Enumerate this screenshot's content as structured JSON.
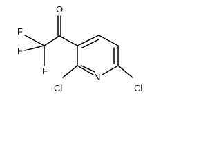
{
  "molecule": {
    "atoms": {
      "oxygen": "O",
      "fluorine_top": "F",
      "fluorine_left": "F",
      "fluorine_bottom": "F",
      "chlorine_left": "Cl",
      "nitrogen": "N",
      "chlorine_right": "Cl"
    },
    "colors": {
      "ink": "#000000",
      "background": "#ffffff"
    }
  }
}
